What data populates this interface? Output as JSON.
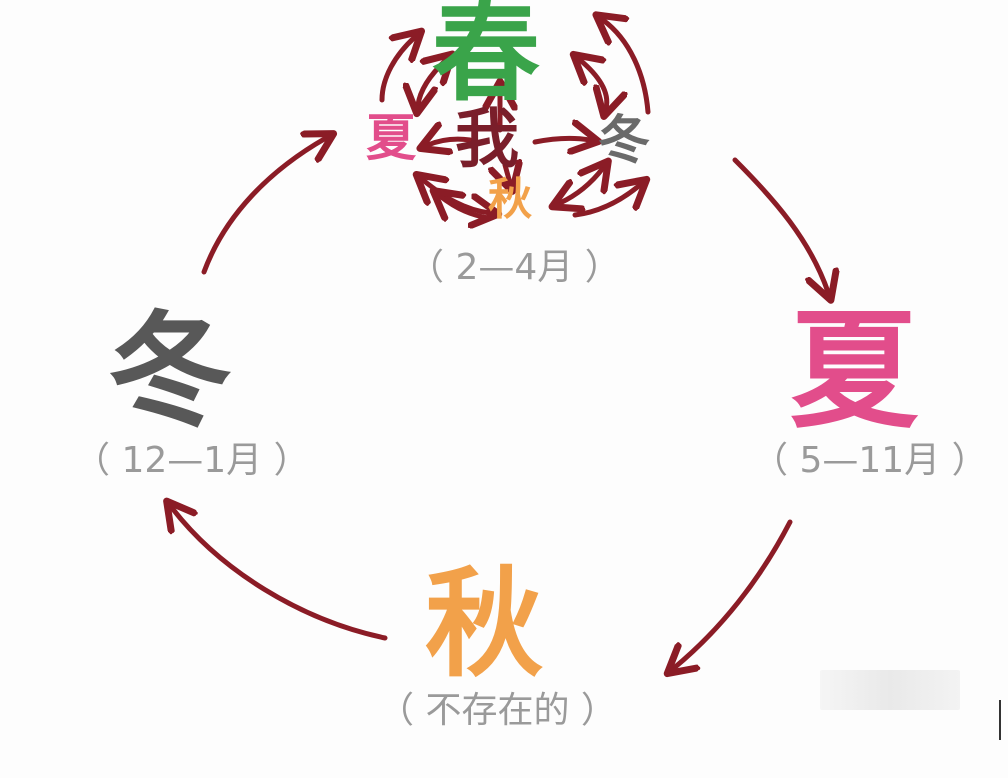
{
  "seasons": {
    "spring": {
      "char": "春",
      "range": "（ 2—4月 ）",
      "color": "#3aa44a"
    },
    "summer": {
      "char": "夏",
      "range": "（ 5—11月 ）",
      "color": "#e24d8b"
    },
    "autumn": {
      "char": "秋",
      "range": "（ 不存在的 ）",
      "color": "#f2a14a"
    },
    "winter": {
      "char": "冬",
      "range": "（ 12—1月 ）",
      "color": "#585858"
    }
  },
  "inner_cluster": {
    "summer": "夏",
    "me": "我",
    "winter": "冬",
    "autumn": "秋"
  },
  "colors": {
    "arrow": "#8b1c26",
    "subtitle": "#9a9a9a"
  }
}
